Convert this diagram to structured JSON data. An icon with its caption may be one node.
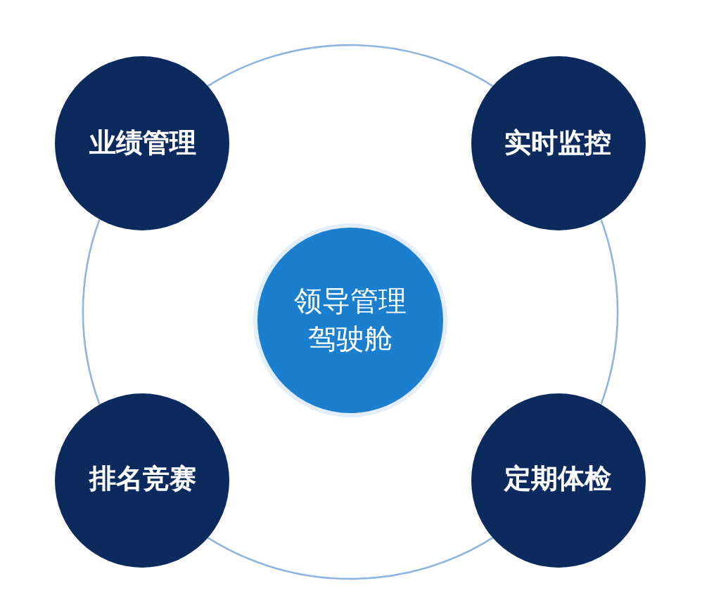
{
  "diagram": {
    "nodes": [
      {
        "text": [
          "业绩管理"
        ]
      },
      {
        "text": [
          "实时监控"
        ]
      },
      {
        "text": [
          "领导管理驾驶舱"
        ]
      },
      {
        "text": [
          "排名竞赛"
        ]
      },
      {
        "text": [
          "定期体检"
        ]
      }
    ],
    "edges": [
      {
        "from": 0,
        "to": 1,
        "arrow": "none"
      },
      {
        "from": 1,
        "to": 4,
        "arrow": "none"
      },
      {
        "from": 4,
        "to": 3,
        "arrow": "none"
      },
      {
        "from": 3,
        "to": 0,
        "arrow": "none"
      }
    ]
  }
}
